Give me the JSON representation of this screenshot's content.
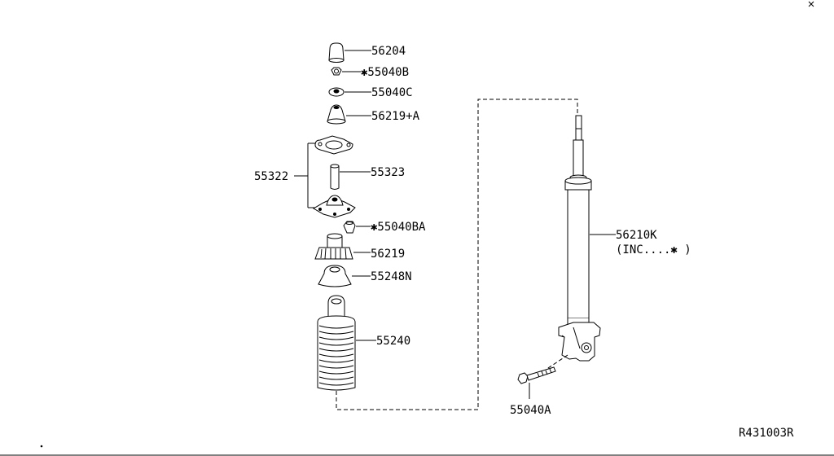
{
  "drawing_id": "R431003R",
  "labels": {
    "p56204": "56204",
    "p55040b": "✱55040B",
    "p55040c": "55040C",
    "p56219a": "56219+A",
    "p55322": "55322",
    "p55323": "55323",
    "p55040ba": "✱55040BA",
    "p56219": "56219",
    "p55248n": "55248N",
    "p55240": "55240",
    "p56210k": "56210K",
    "p56210k_note": "(INC....✱ )",
    "p55040a": "55040A"
  }
}
